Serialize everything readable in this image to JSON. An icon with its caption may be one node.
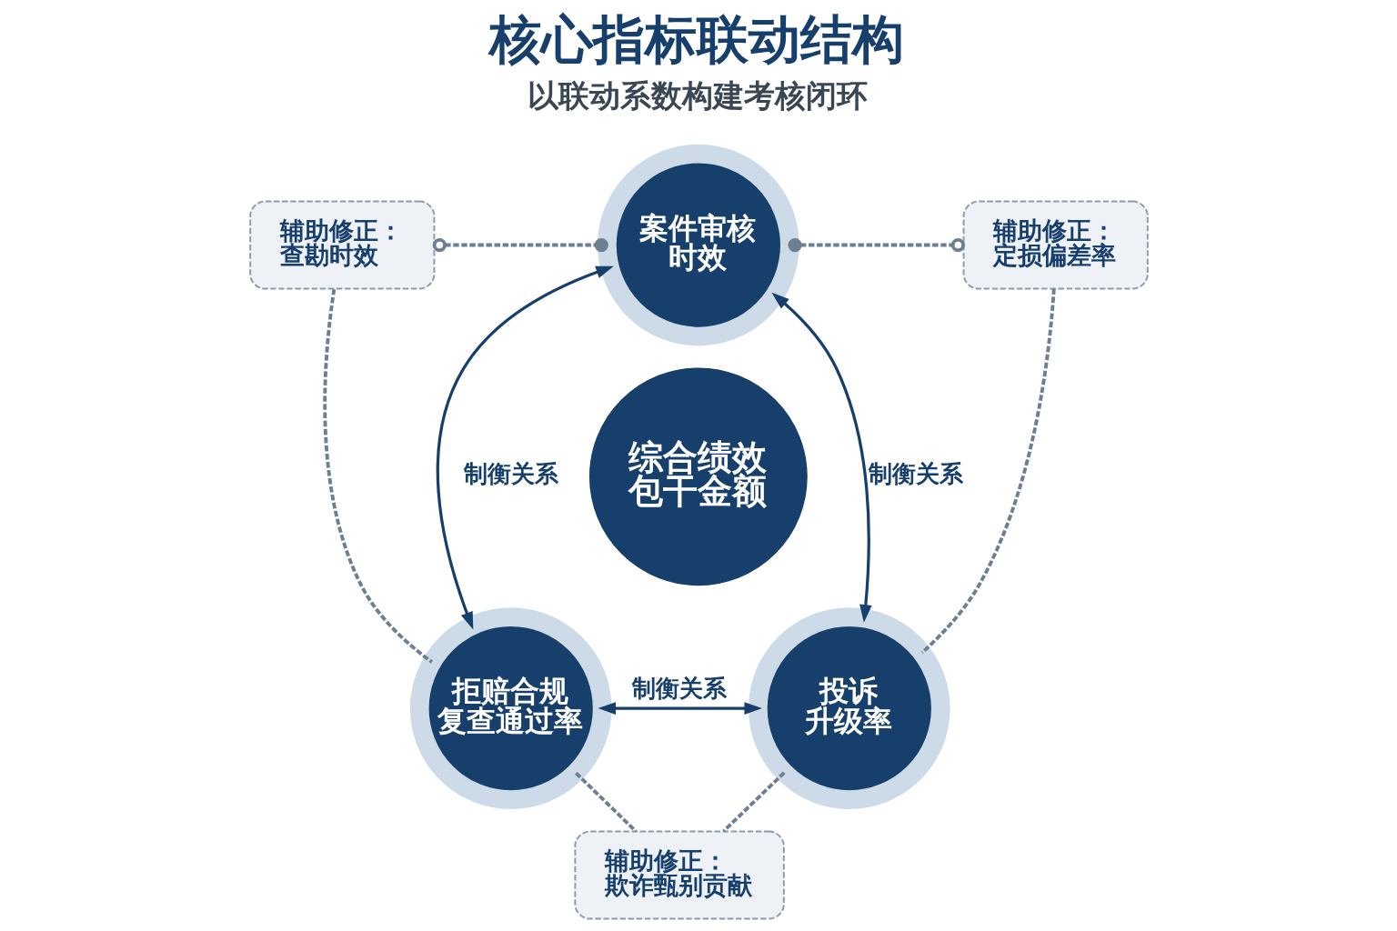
{
  "diagram": {
    "title": "核心指标联动结构",
    "nodes": [
      {
        "text": [
          "辅助修正：",
          "查勘时效"
        ]
      },
      {
        "text": [
          "案件审核时效"
        ]
      },
      {
        "text": [
          "辅助修正：",
          "定损偏差率"
        ]
      },
      {
        "text": [
          "综合绩效包干金额"
        ]
      },
      {
        "text": [
          "拒赔合规复查通过率"
        ]
      },
      {
        "text": [
          "投诉升级率"
        ]
      },
      {
        "text": [
          "辅助修正：",
          "欺诈甄别贡献"
        ]
      }
    ],
    "edges": [
      {
        "from": 1,
        "to": 4,
        "arrow": "both",
        "label": "制衡关系",
        "color": "#173f6c"
      },
      {
        "from": 1,
        "to": 5,
        "arrow": "both",
        "label": "制衡关系",
        "color": "#173f6c"
      },
      {
        "from": 4,
        "to": 5,
        "arrow": "both",
        "label": "制衡关系",
        "color": "#173f6c"
      },
      {
        "from": 0,
        "to": 1,
        "arrow": "other",
        "style": "dashed"
      },
      {
        "from": 1,
        "to": 2,
        "arrow": "other",
        "style": "dashed"
      },
      {
        "from": 2,
        "to": 5,
        "arrow": "none",
        "style": "dashed"
      },
      {
        "from": 5,
        "to": 6,
        "arrow": "none",
        "style": "dashed"
      },
      {
        "from": 4,
        "to": 6,
        "arrow": "none",
        "style": "dashed"
      },
      {
        "from": 0,
        "to": 4,
        "arrow": "none",
        "style": "dashed"
      }
    ],
    "labels": [
      "以联动系数构建考核闭环"
    ]
  }
}
